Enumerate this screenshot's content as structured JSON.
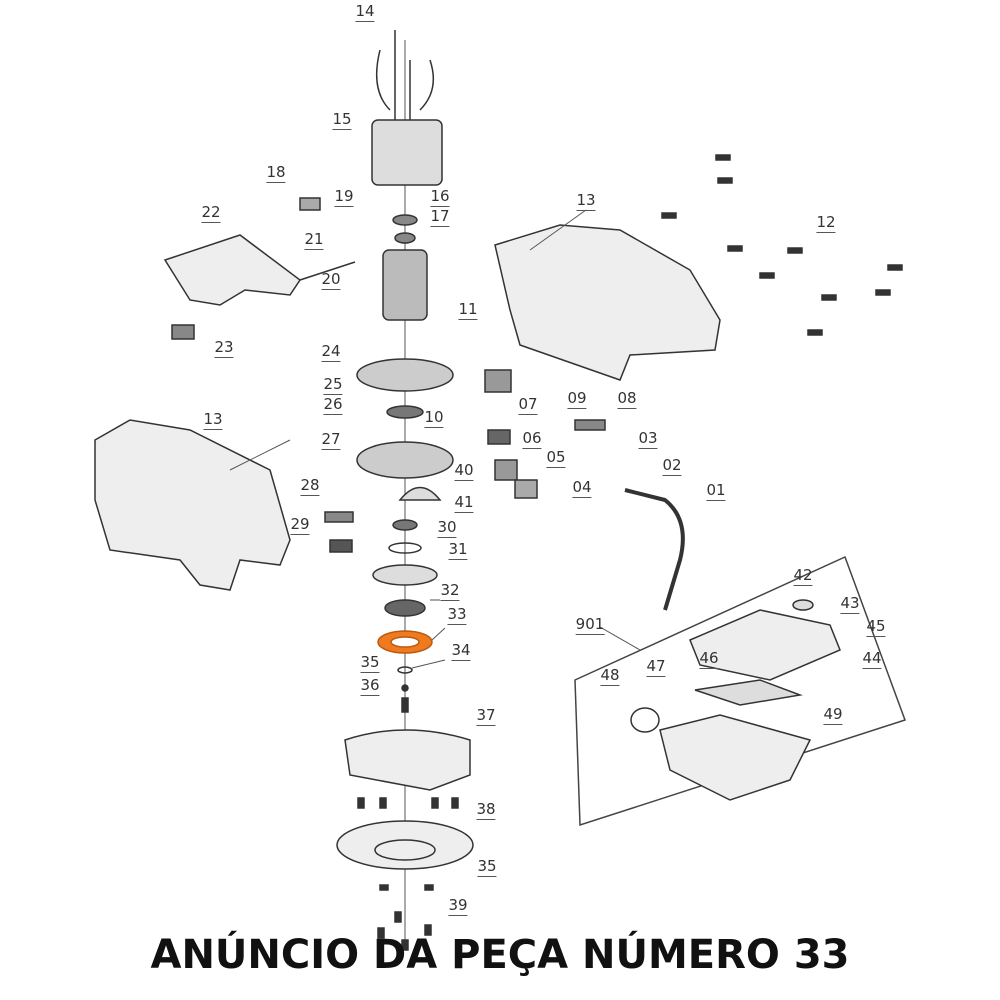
{
  "title": "ANÚNCIO DA PEÇA NÚMERO 33",
  "highlight_color": "#f07a20",
  "highlighted_part": "33",
  "labels": [
    "14",
    "15",
    "18",
    "19",
    "16",
    "17",
    "22",
    "21",
    "20",
    "13",
    "12",
    "11",
    "23",
    "24",
    "25",
    "26",
    "10",
    "09",
    "07",
    "08",
    "13",
    "27",
    "06",
    "03",
    "05",
    "02",
    "04",
    "01",
    "40",
    "28",
    "41",
    "30",
    "29",
    "31",
    "32",
    "33",
    "34",
    "35",
    "36",
    "37",
    "38",
    "35",
    "39",
    "42",
    "43",
    "901",
    "45",
    "44",
    "46",
    "47",
    "48",
    "49"
  ]
}
